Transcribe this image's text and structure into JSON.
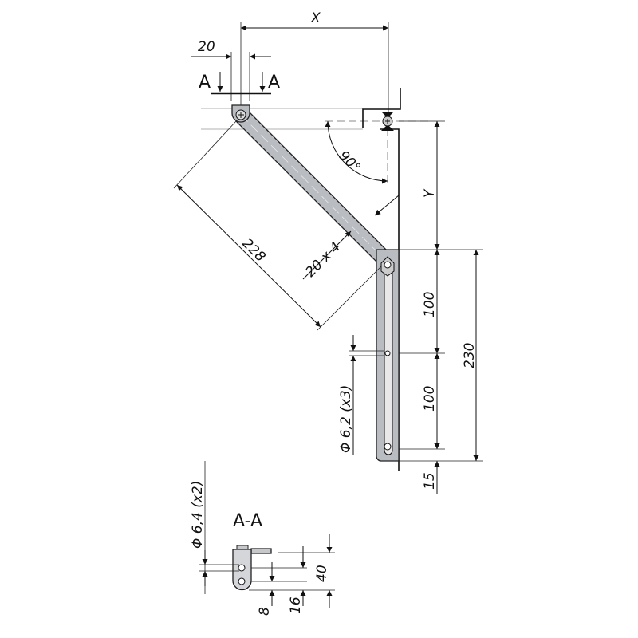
{
  "dimensions": {
    "x": "X",
    "y": "Y",
    "width_20": "20",
    "arm_length": "228",
    "arm_section": "20 x 4",
    "angle": "90°",
    "spacing_1": "100",
    "spacing_2": "100",
    "bottom_offset": "15",
    "plate_length": "230",
    "plate_holes": "Φ 6,2 (x3)",
    "section_holes": "Φ 6,4 (x2)",
    "section_height": "40",
    "section_hole_pitch": "16",
    "section_hole_offset": "8"
  },
  "section": {
    "marker_left": "A",
    "marker_right": "A",
    "title": "A-A"
  },
  "colors": {
    "part_fill": "#b9bcc1",
    "line": "#111111"
  }
}
